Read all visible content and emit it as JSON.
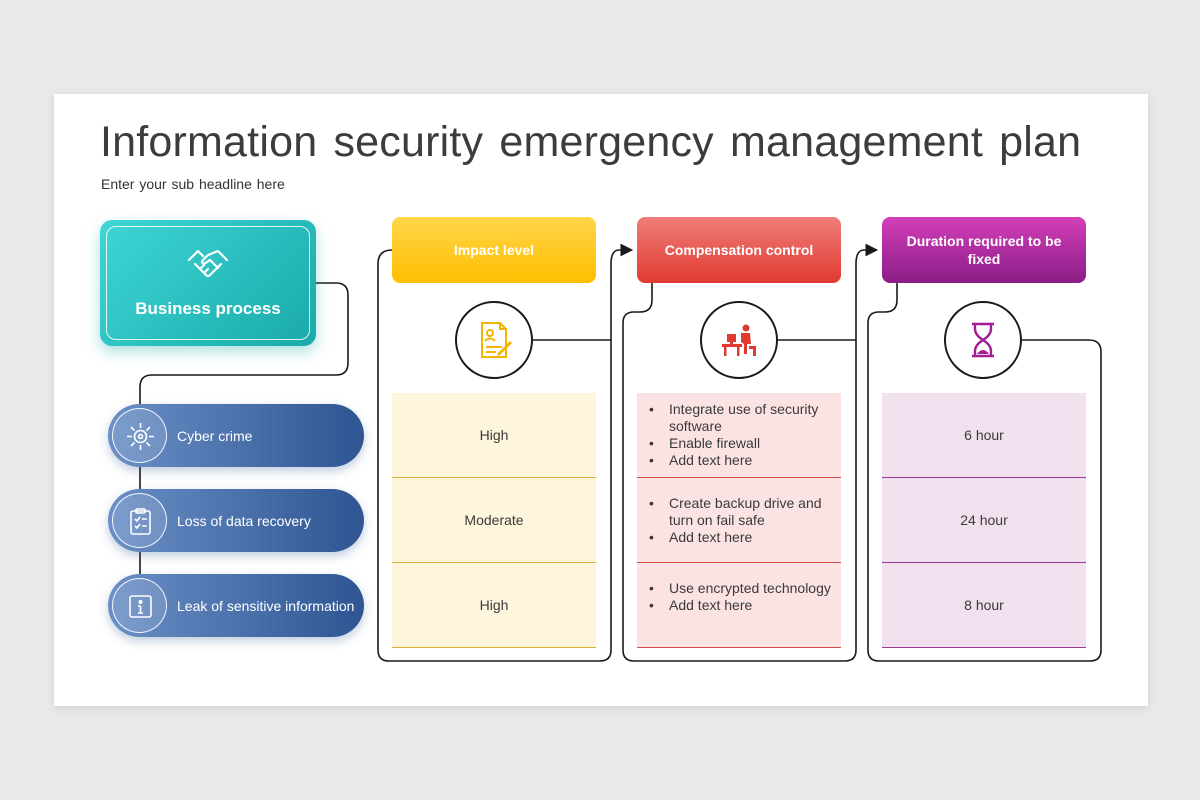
{
  "title": "Information security emergency management plan",
  "subtitle": "Enter your sub headline here",
  "business_process": {
    "label": "Business process",
    "icon": "handshake-icon"
  },
  "risks": [
    {
      "label": "Cyber crime",
      "icon": "cyber-icon"
    },
    {
      "label": "Loss of data recovery",
      "icon": "clipboard-icon"
    },
    {
      "label": "Leak of sensitive information",
      "icon": "info-icon"
    }
  ],
  "columns": [
    {
      "header": "Impact level",
      "icon": "document-icon",
      "cells": [
        "High",
        "Moderate",
        "High"
      ]
    },
    {
      "header": "Compensation control",
      "icon": "desk-worker-icon",
      "cells": [
        [
          "Integrate use of security software",
          "Enable firewall",
          "Add text here"
        ],
        [
          "Create backup drive and turn on fail safe",
          "Add text here"
        ],
        [
          "Use encrypted technology",
          "Add text here"
        ]
      ]
    },
    {
      "header": "Duration required to be fixed",
      "icon": "hourglass-icon",
      "cells": [
        "6 hour",
        "24 hour",
        "8 hour"
      ]
    }
  ],
  "colors": {
    "teal": "#1aa9a9",
    "blue": "#2e5592",
    "yellow": "#ffbf00",
    "red": "#e03a30",
    "purple": "#8a1d86"
  }
}
